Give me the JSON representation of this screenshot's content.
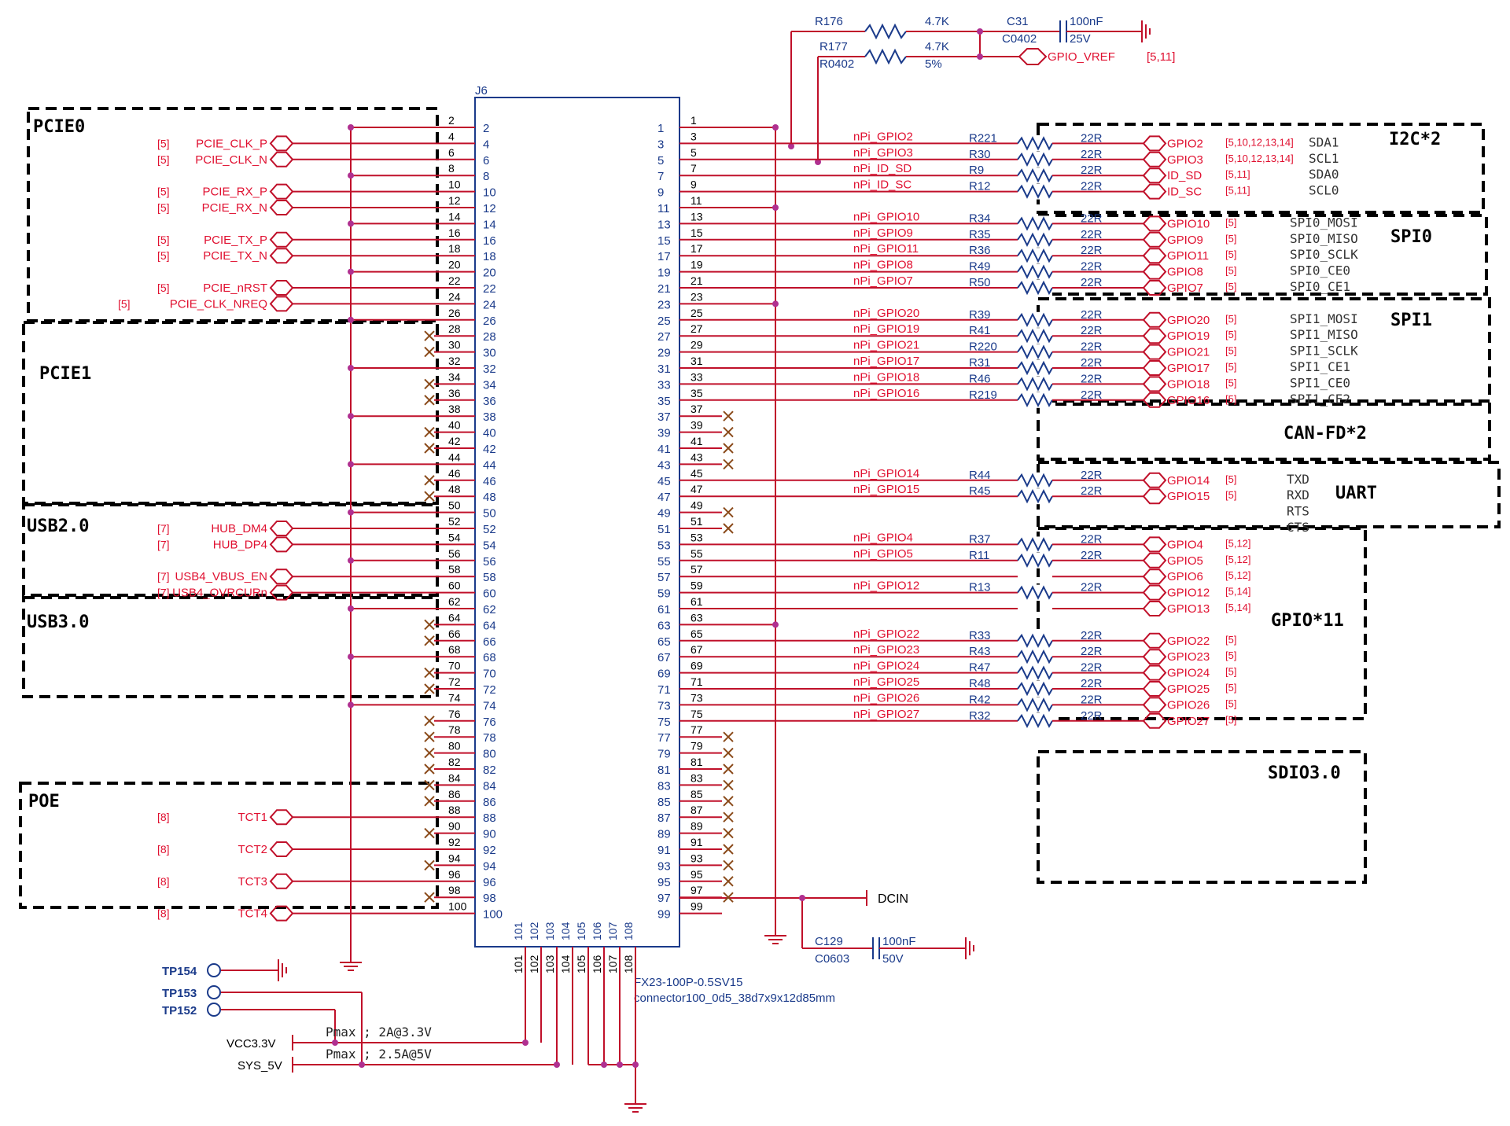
{
  "connector": {
    "ref": "J6",
    "part": "FX23-100P-0.5SV15",
    "footprint": "connector100_0d5_38d7x9x12d85mm"
  },
  "groups": [
    "PCIE0",
    "PCIE1",
    "USB2.0",
    "USB3.0",
    "POE",
    "I2C*2",
    "SPI0",
    "SPI1",
    "CAN-FD*2",
    "UART",
    "GPIO*11",
    "SDIO3.0"
  ],
  "left_signals": [
    {
      "pin": 4,
      "ref": "[5]",
      "name": "PCIE_CLK_P"
    },
    {
      "pin": 6,
      "ref": "[5]",
      "name": "PCIE_CLK_N"
    },
    {
      "pin": 10,
      "ref": "[5]",
      "name": "PCIE_RX_P"
    },
    {
      "pin": 12,
      "ref": "[5]",
      "name": "PCIE_RX_N"
    },
    {
      "pin": 16,
      "ref": "[5]",
      "name": "PCIE_TX_P"
    },
    {
      "pin": 18,
      "ref": "[5]",
      "name": "PCIE_TX_N"
    },
    {
      "pin": 22,
      "ref": "[5]",
      "name": "PCIE_nRST"
    },
    {
      "pin": 24,
      "ref": "[5]",
      "name": "PCIE_CLK_NREQ"
    },
    {
      "pin": 52,
      "ref": "[7]",
      "name": "HUB_DM4"
    },
    {
      "pin": 54,
      "ref": "[7]",
      "name": "HUB_DP4"
    },
    {
      "pin": 58,
      "ref": "[7]",
      "name": "USB4_VBUS_EN"
    },
    {
      "pin": 60,
      "ref": "[7]",
      "name": "USB4_OVRCURn"
    },
    {
      "pin": 88,
      "ref": "[8]",
      "name": "TCT1"
    },
    {
      "pin": 92,
      "ref": "[8]",
      "name": "TCT2"
    },
    {
      "pin": 96,
      "ref": "[8]",
      "name": "TCT3"
    },
    {
      "pin": 100,
      "ref": "[8]",
      "name": "TCT4"
    }
  ],
  "left_gnd_pins": [
    2,
    8,
    14,
    20,
    26,
    32,
    38,
    44,
    50,
    56,
    62,
    68,
    74
  ],
  "left_nc_pins": [
    28,
    30,
    34,
    36,
    40,
    42,
    46,
    48,
    64,
    66,
    70,
    72,
    76,
    78,
    80,
    82,
    84,
    86,
    90,
    94,
    98
  ],
  "right_signals": [
    {
      "pin": 3,
      "net": "nPi_GPIO2",
      "res": "R221",
      "val": "22R",
      "port": "GPIO2",
      "ref": "[5,10,12,13,14]"
    },
    {
      "pin": 5,
      "net": "nPi_GPIO3",
      "res": "R30",
      "val": "22R",
      "port": "GPIO3",
      "ref": "[5,10,12,13,14]"
    },
    {
      "pin": 7,
      "net": "nPi_ID_SD",
      "res": "R9",
      "val": "22R",
      "port": "ID_SD",
      "ref": "[5,11]"
    },
    {
      "pin": 9,
      "net": "nPi_ID_SC",
      "res": "R12",
      "val": "22R",
      "port": "ID_SC",
      "ref": "[5,11]"
    },
    {
      "pin": 13,
      "net": "nPi_GPIO10",
      "res": "R34",
      "val": "22R",
      "port": "GPIO10",
      "ref": "[5]"
    },
    {
      "pin": 15,
      "net": "nPi_GPIO9",
      "res": "R35",
      "val": "22R",
      "port": "GPIO9",
      "ref": "[5]"
    },
    {
      "pin": 17,
      "net": "nPi_GPIO11",
      "res": "R36",
      "val": "22R",
      "port": "GPIO11",
      "ref": "[5]"
    },
    {
      "pin": 19,
      "net": "nPi_GPIO8",
      "res": "R49",
      "val": "22R",
      "port": "GPIO8",
      "ref": "[5]"
    },
    {
      "pin": 21,
      "net": "nPi_GPIO7",
      "res": "R50",
      "val": "22R",
      "port": "GPIO7",
      "ref": "[5]"
    },
    {
      "pin": 25,
      "net": "nPi_GPIO20",
      "res": "R39",
      "val": "22R",
      "port": "GPIO20",
      "ref": "[5]"
    },
    {
      "pin": 27,
      "net": "nPi_GPIO19",
      "res": "R41",
      "val": "22R",
      "port": "GPIO19",
      "ref": "[5]"
    },
    {
      "pin": 29,
      "net": "nPi_GPIO21",
      "res": "R220",
      "val": "22R",
      "port": "GPIO21",
      "ref": "[5]"
    },
    {
      "pin": 31,
      "net": "nPi_GPIO17",
      "res": "R31",
      "val": "22R",
      "port": "GPIO17",
      "ref": "[5]"
    },
    {
      "pin": 33,
      "net": "nPi_GPIO18",
      "res": "R46",
      "val": "22R",
      "port": "GPIO18",
      "ref": "[5]"
    },
    {
      "pin": 35,
      "net": "nPi_GPIO16",
      "res": "R219",
      "val": "22R",
      "port": "GPIO16",
      "ref": "[5]"
    },
    {
      "pin": 45,
      "net": "nPi_GPIO14",
      "res": "R44",
      "val": "22R",
      "port": "GPIO14",
      "ref": "[5]"
    },
    {
      "pin": 47,
      "net": "nPi_GPIO15",
      "res": "R45",
      "val": "22R",
      "port": "GPIO15",
      "ref": "[5]"
    },
    {
      "pin": 53,
      "net": "nPi_GPIO4",
      "res": "R37",
      "val": "22R",
      "port": "GPIO4",
      "ref": "[5,12]"
    },
    {
      "pin": 55,
      "net": "nPi_GPIO5",
      "res": "R11",
      "val": "22R",
      "port": "GPIO5",
      "ref": "[5,12]"
    },
    {
      "pin": 57,
      "net": "",
      "res": "",
      "val": "",
      "port": "GPIO6",
      "ref": "[5,12]"
    },
    {
      "pin": 59,
      "net": "nPi_GPIO12",
      "res": "R13",
      "val": "22R",
      "port": "GPIO12",
      "ref": "[5,14]"
    },
    {
      "pin": 61,
      "net": "",
      "res": "",
      "val": "",
      "port": "GPIO13",
      "ref": "[5,14]"
    },
    {
      "pin": 65,
      "net": "nPi_GPIO22",
      "res": "R33",
      "val": "22R",
      "port": "GPIO22",
      "ref": "[5]"
    },
    {
      "pin": 67,
      "net": "nPi_GPIO23",
      "res": "R43",
      "val": "22R",
      "port": "GPIO23",
      "ref": "[5]"
    },
    {
      "pin": 69,
      "net": "nPi_GPIO24",
      "res": "R47",
      "val": "22R",
      "port": "GPIO24",
      "ref": "[5]"
    },
    {
      "pin": 71,
      "net": "nPi_GPIO25",
      "res": "R48",
      "val": "22R",
      "port": "GPIO25",
      "ref": "[5]"
    },
    {
      "pin": 73,
      "net": "nPi_GPIO26",
      "res": "R42",
      "val": "22R",
      "port": "GPIO26",
      "ref": "[5]"
    },
    {
      "pin": 75,
      "net": "nPi_GPIO27",
      "res": "R32",
      "val": "22R",
      "port": "GPIO27",
      "ref": "[5]"
    }
  ],
  "right_gnd_pins": [
    1,
    11,
    23,
    63
  ],
  "right_nc_pins": [
    37,
    39,
    41,
    43,
    49,
    51,
    77,
    79,
    81,
    83,
    85,
    87,
    89,
    91,
    93,
    95,
    97
  ],
  "function_labels": {
    "I2C": [
      "SDA1",
      "SCL1",
      "SDA0",
      "SCL0"
    ],
    "SPI0": [
      "SPI0_MOSI",
      "SPI0_MISO",
      "SPI0_SCLK",
      "SPI0_CE0",
      "SPI0_CE1"
    ],
    "SPI1": [
      "SPI1_MOSI",
      "SPI1_MISO",
      "SPI1_SCLK",
      "SPI1_CE1",
      "SPI1_CE0",
      "SPI1_CE2"
    ],
    "UART": [
      "TXD",
      "RXD",
      "RTS",
      "CTS"
    ]
  },
  "vref": {
    "r176": "R176",
    "r176_val": "4.7K",
    "r177": "R177",
    "r177_pkg": "R0402",
    "r177_val": "4.7K",
    "r177_tol": "5%",
    "c31": "C31",
    "c31_pkg": "C0402",
    "c31_val": "100nF",
    "c31_v": "25V",
    "net": "GPIO_VREF",
    "ref": "[5,11]"
  },
  "dcin": {
    "net": "DCIN",
    "cap": "C129",
    "pkg": "C0603",
    "val": "100nF",
    "volt": "50V"
  },
  "power": {
    "tp154": "TP154",
    "tp153": "TP153",
    "tp152": "TP152",
    "vcc": "VCC3.3V",
    "sys": "SYS_5V",
    "pmax1": "Pmax ; 2A@3.3V",
    "pmax2": "Pmax ; 2.5A@5V",
    "bottom_pins": [
      101,
      102,
      103,
      104,
      105,
      106,
      107,
      108
    ]
  },
  "colors": {
    "wire": "#c0102a",
    "pin": "#1a3a8a",
    "dot": "#b03090",
    "box": "#000000"
  }
}
